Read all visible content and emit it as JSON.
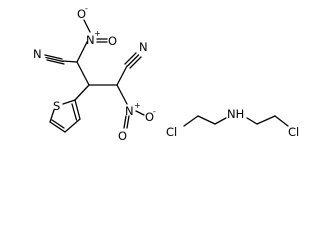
{
  "atoms": {
    "n_nitrile_upper": "N",
    "n_nitro_upper": "N",
    "o_nitro_upper": "O",
    "o_nitro_upper_double": "O",
    "n_nitrile_right": "N",
    "n_nitro_lower": "N",
    "o_nitro_lower": "O",
    "o_nitro_lower_double": "O",
    "s_thiophene": "S",
    "cl_left": "Cl",
    "nh_amine": "NH",
    "cl_right": "Cl"
  },
  "charges": {
    "n_nitro_upper_plus": "+",
    "o_nitro_upper_minus": "-",
    "n_nitro_lower_plus": "+",
    "o_nitro_lower_minus": "-"
  }
}
